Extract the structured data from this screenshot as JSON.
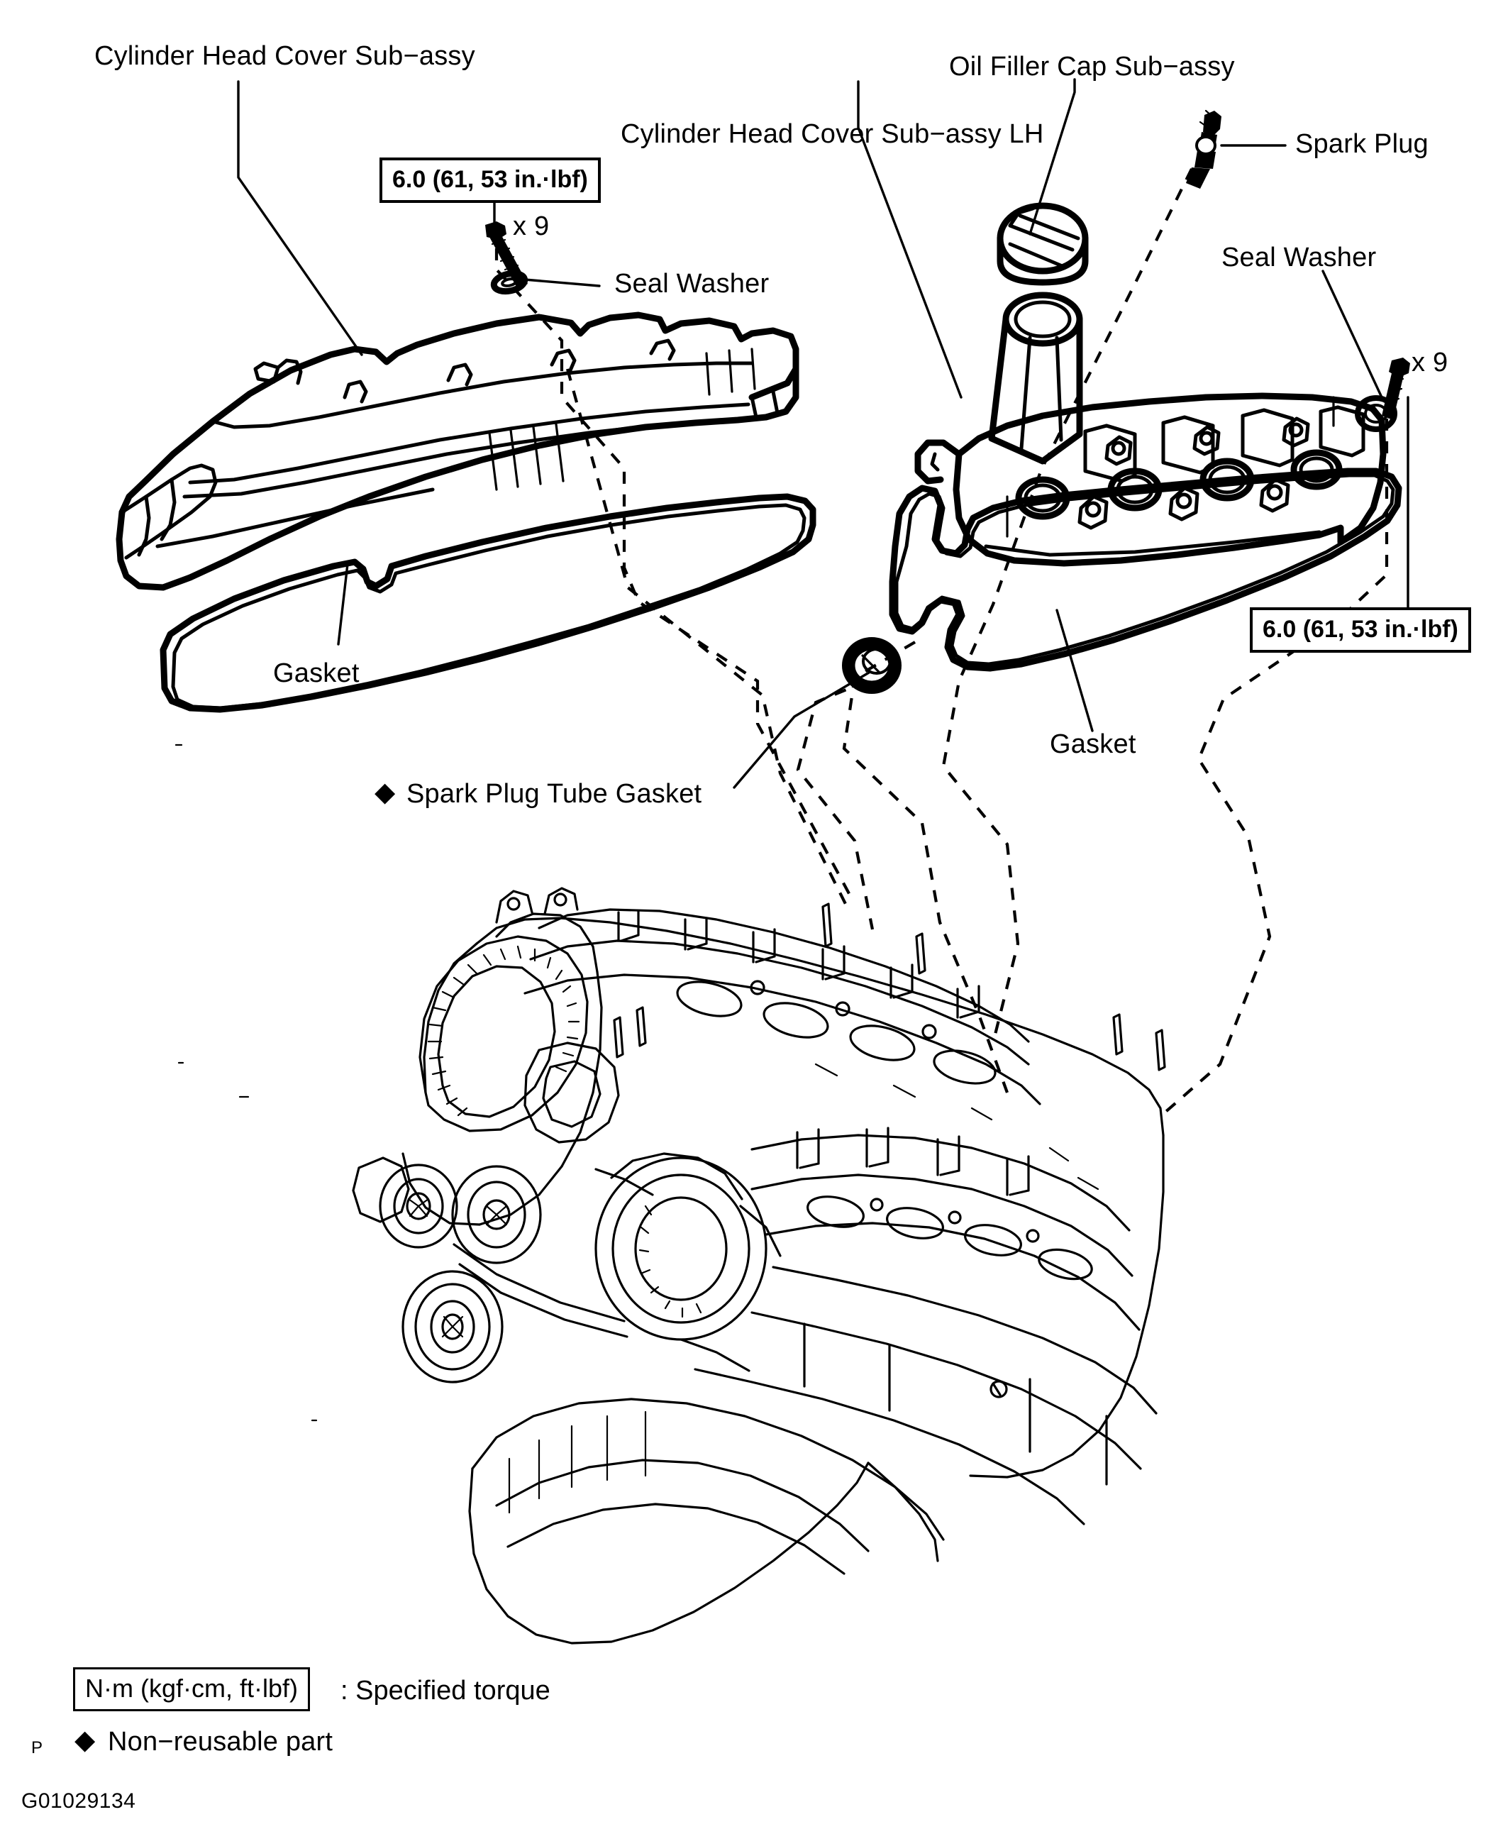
{
  "figure": {
    "id": "G01029134",
    "kind": "exploded-parts-diagram",
    "subject": "Cylinder Head Cover Sub-assy"
  },
  "callouts": {
    "cylinder_head_cover_sub_assy": "Cylinder Head Cover Sub−assy",
    "cylinder_head_cover_sub_assy_lh": "Cylinder Head Cover Sub−assy LH",
    "oil_filler_cap_sub_assy": "Oil Filler Cap Sub−assy",
    "spark_plug": "Spark Plug",
    "seal_washer_left": "Seal Washer",
    "seal_washer_right": "Seal Washer",
    "gasket_left": "Gasket",
    "gasket_right": "Gasket",
    "spark_plug_tube_gasket": "Spark Plug Tube Gasket",
    "spark_plug_tube_gasket_marker": "◆"
  },
  "quantities": {
    "bolt_count_left": "x 9",
    "bolt_count_right": "x 9"
  },
  "torque": {
    "left_bolts": "6.0 (61, 53 in.·lbf)",
    "right_bolts": "6.0 (61, 53 in.·lbf)"
  },
  "legend": {
    "torque_unit_box": "N·m (kgf·cm, ft·lbf)",
    "torque_unit_meaning": ": Specified torque",
    "non_reusable_marker": "◆",
    "non_reusable_text": "Non−reusable part",
    "page_marker": "P"
  },
  "colors": {
    "background": "#ffffff",
    "line": "#000000"
  }
}
